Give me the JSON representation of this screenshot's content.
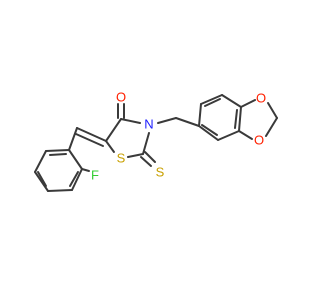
{
  "molecule": {
    "atoms": {
      "oxygen_carbonyl": "O",
      "nitrogen": "N",
      "sulfur_ring": "S",
      "sulfur_thione": "S",
      "fluorine": "F",
      "oxygen_dioxole_top": "O",
      "oxygen_dioxole_bottom": "O"
    },
    "colors": {
      "bond": "#3a3a3a",
      "oxygen": "#ff2000",
      "nitrogen": "#2020ff",
      "sulfur": "#c8a000",
      "fluorine": "#33cc33"
    }
  }
}
